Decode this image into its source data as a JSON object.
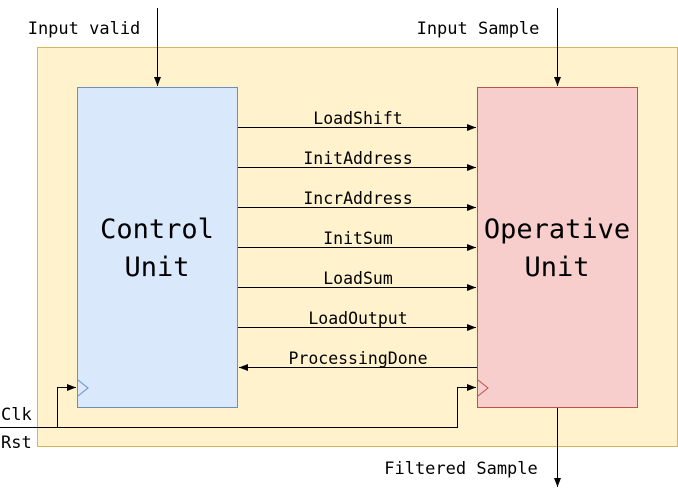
{
  "inputs": {
    "input_valid": "Input valid",
    "input_sample": "Input Sample",
    "clk": "Clk",
    "rst": "Rst"
  },
  "output": {
    "filtered_sample": "Filtered Sample"
  },
  "blocks": {
    "control_unit": {
      "line1": "Control",
      "line2": "Unit"
    },
    "operative_unit": {
      "line1": "Operative",
      "line2": "Unit"
    }
  },
  "signals": [
    {
      "label": "LoadShift",
      "direction": "control-to-operative"
    },
    {
      "label": "InitAddress",
      "direction": "control-to-operative"
    },
    {
      "label": "IncrAddress",
      "direction": "control-to-operative"
    },
    {
      "label": "InitSum",
      "direction": "control-to-operative"
    },
    {
      "label": "LoadSum",
      "direction": "control-to-operative"
    },
    {
      "label": "LoadOutput",
      "direction": "control-to-operative"
    },
    {
      "label": "ProcessingDone",
      "direction": "operative-to-control"
    }
  ],
  "colors": {
    "container_fill": "#fff2cc",
    "container_stroke": "#d6b656",
    "control_fill": "#dae8fc",
    "control_stroke": "#6c8ebf",
    "operative_fill": "#f8cecc",
    "operative_stroke": "#b85450"
  }
}
